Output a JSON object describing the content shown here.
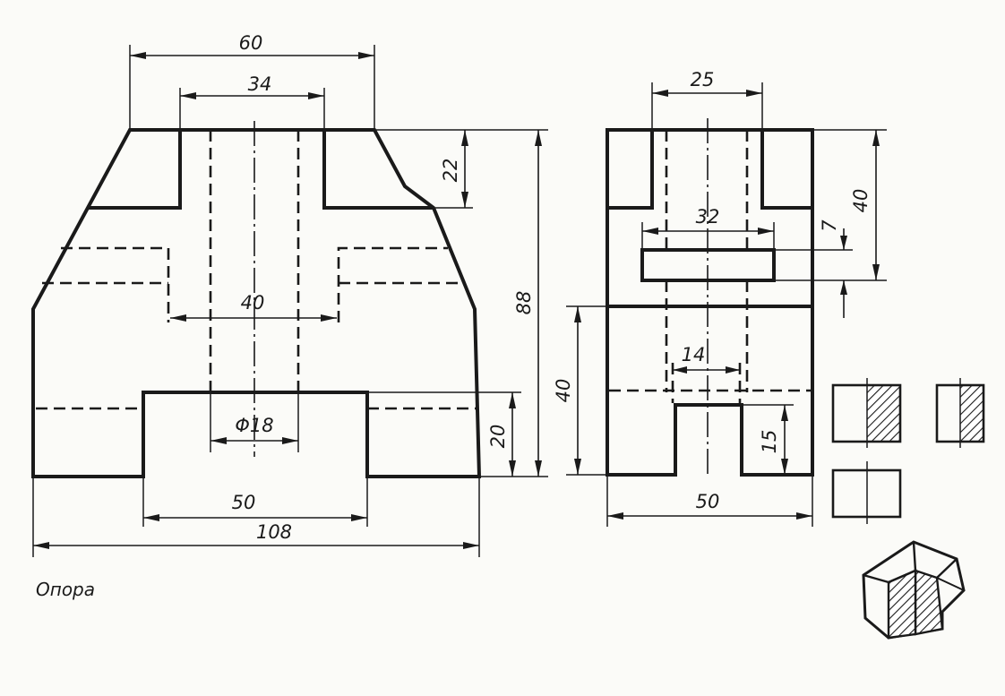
{
  "caption": "Опора",
  "front_view": {
    "dim_top_width": "60",
    "dim_slot_width": "34",
    "dim_pocket_depth": "22",
    "dim_total_height": "88",
    "dim_inner_width": "40",
    "dim_bore": "Φ18",
    "dim_base_height": "20",
    "dim_bottom_cut": "50",
    "dim_total_width": "108"
  },
  "side_view": {
    "dim_top_slot": "25",
    "dim_slot_width": "32",
    "dim_slot_height": "7",
    "dim_upper_height": "40",
    "dim_lower_height": "40",
    "dim_groove_width": "14",
    "dim_groove_height": "15",
    "dim_total_width": "50"
  }
}
